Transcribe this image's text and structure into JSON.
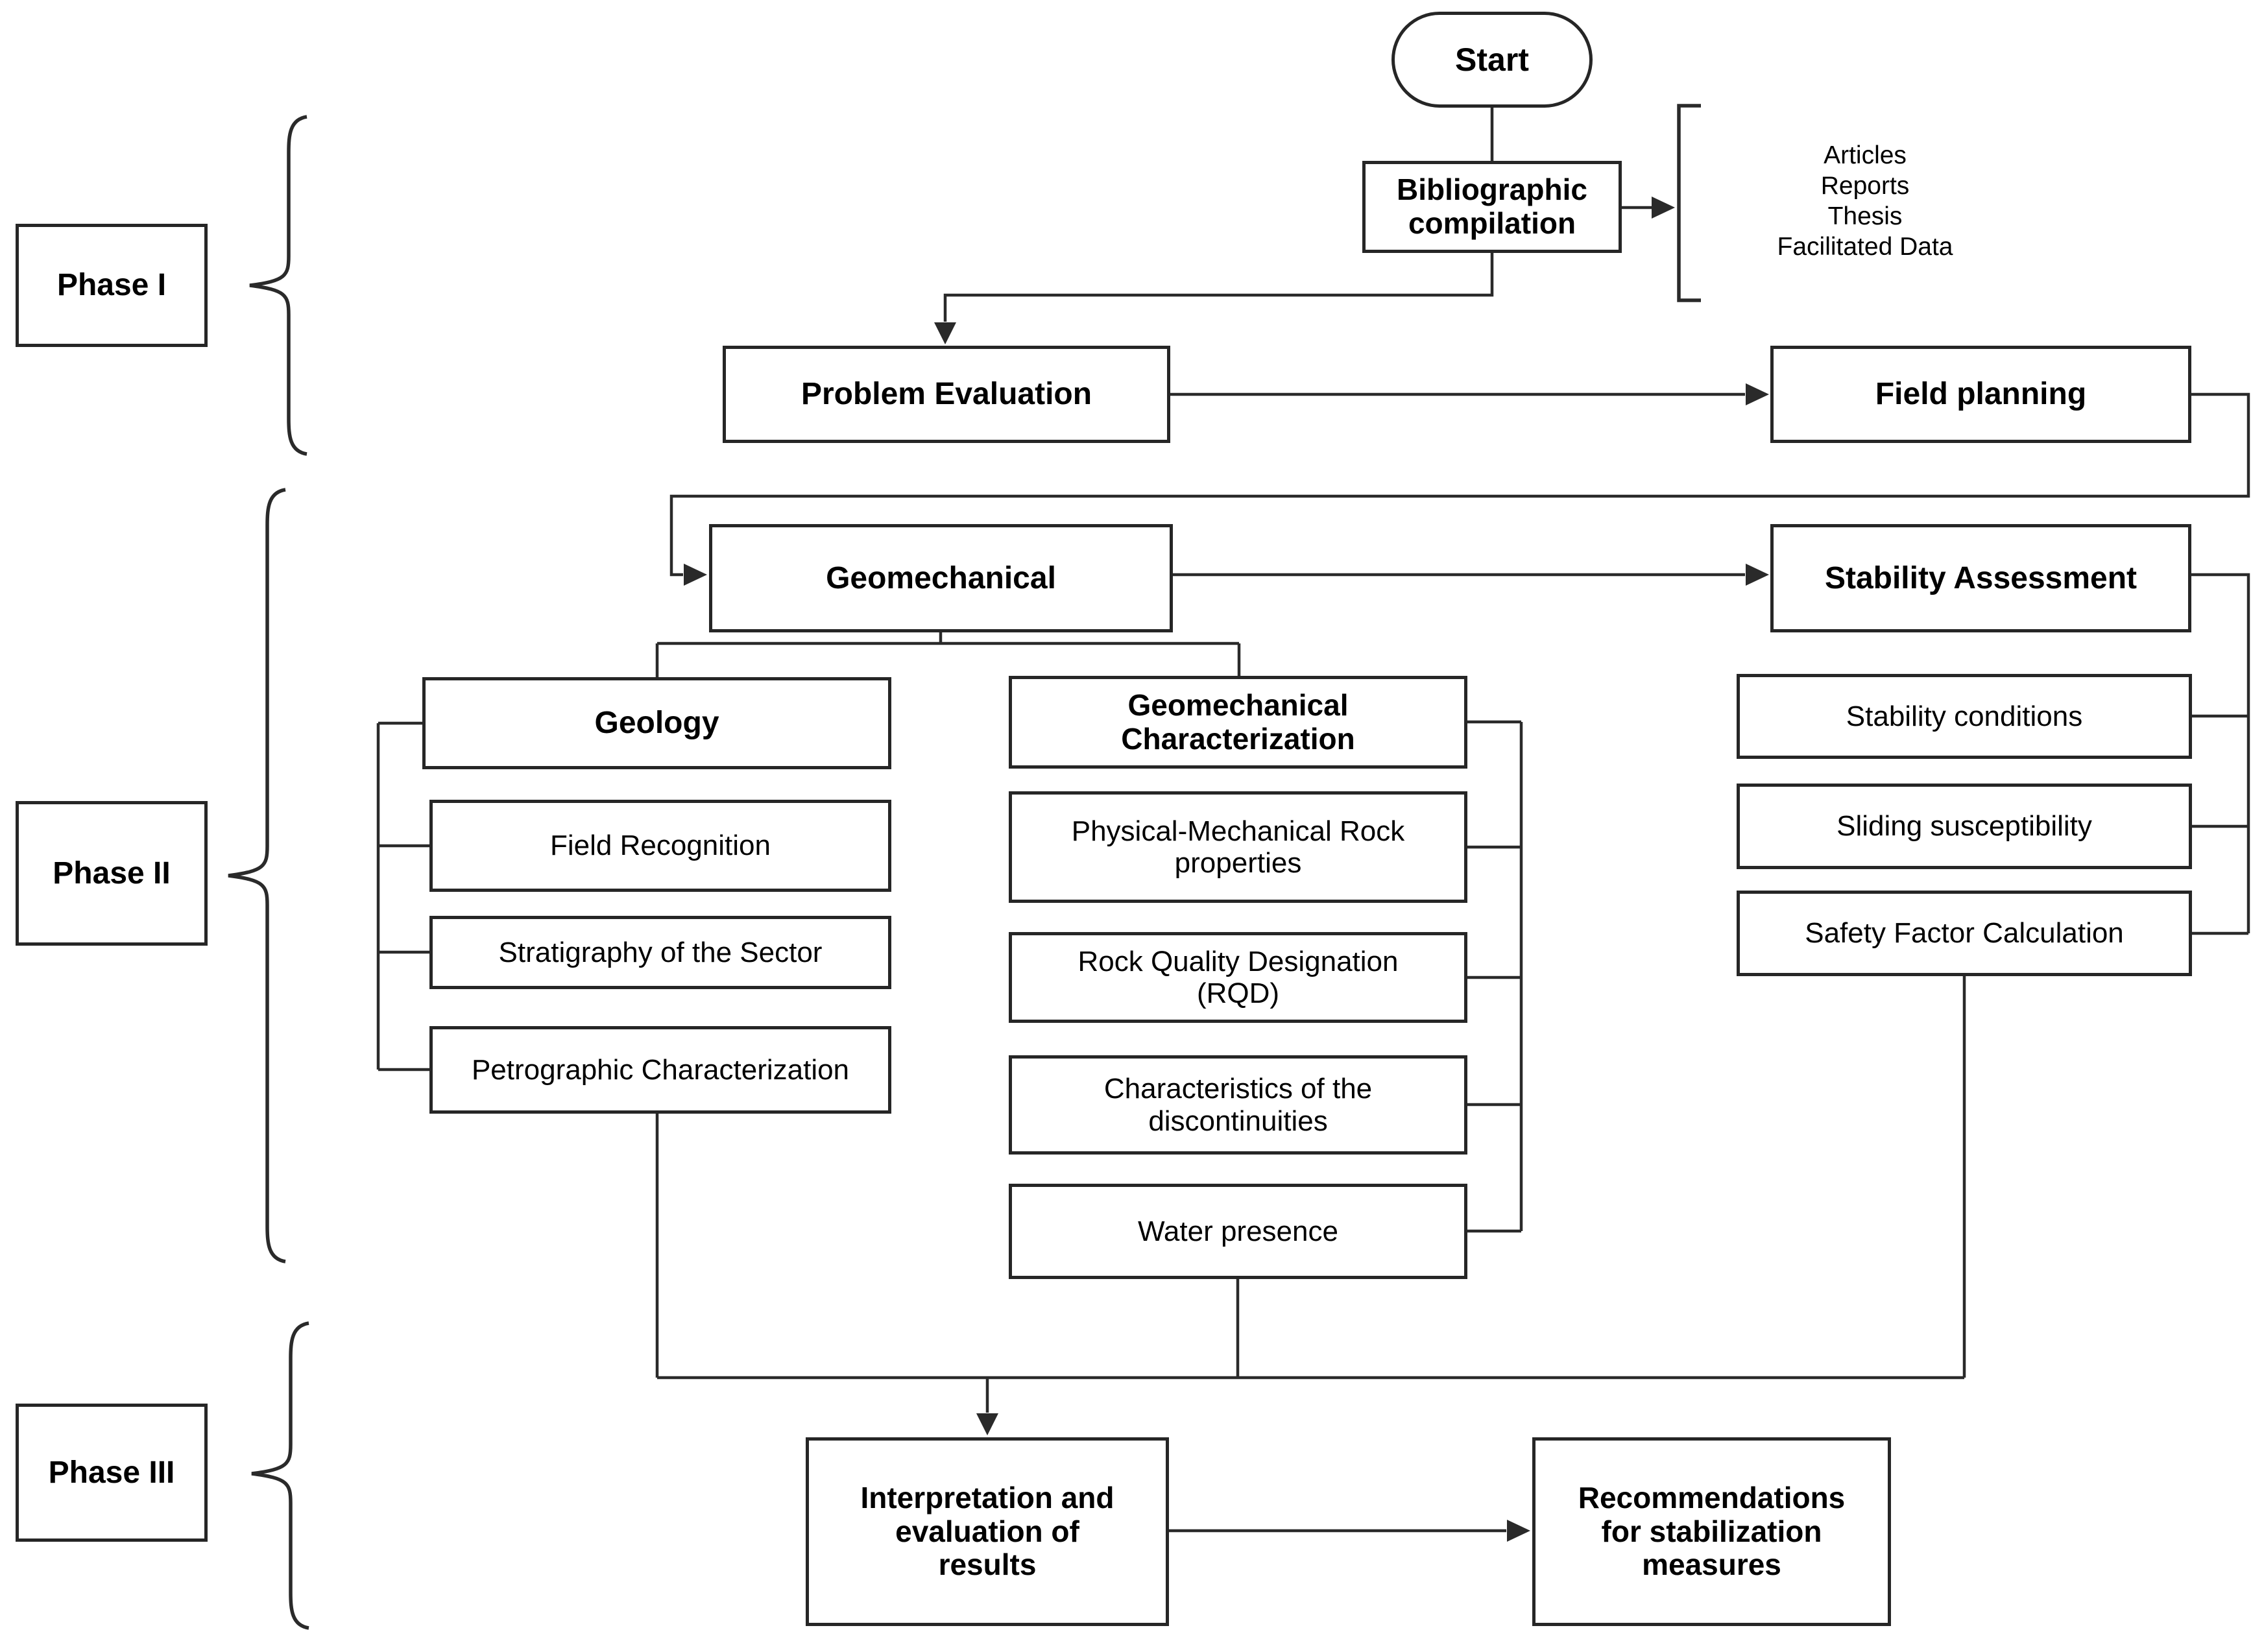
{
  "colors": {
    "background": "#ffffff",
    "box_border": "#262626",
    "line": "#2a2a2a",
    "text": "#000000"
  },
  "phases": {
    "phase1": "Phase I",
    "phase2": "Phase II",
    "phase3": "Phase III"
  },
  "nodes": {
    "start": "Start",
    "bibliographic_compilation": "Bibliographic\ncompilation",
    "problem_evaluation": "Problem Evaluation",
    "field_planning": "Field planning",
    "geomechanical": "Geomechanical",
    "stability_assessment": "Stability Assessment",
    "geology": "Geology",
    "field_recognition": "Field Recognition",
    "stratigraphy_of_the_sector": "Stratigraphy of the Sector",
    "petrographic_characterization": "Petrographic Characterization",
    "geomechanical_characterization": "Geomechanical\nCharacterization",
    "physical_mechanical_rock_properties": "Physical-Mechanical Rock\nproperties",
    "rock_quality_designation": "Rock Quality Designation\n(RQD)",
    "characteristics_of_discontinuities": "Characteristics of the\ndiscontinuities",
    "water_presence": "Water presence",
    "stability_conditions": "Stability conditions",
    "sliding_susceptibility": "Sliding susceptibility",
    "safety_factor_calculation": "Safety Factor Calculation",
    "interpretation_evaluation": "Interpretation and\nevaluation of\nresults",
    "recommendations": "Recommendations\nfor stabilization\nmeasures"
  },
  "bibliography_sources": [
    "Articles",
    "Reports",
    "Thesis",
    "Facilitated Data"
  ]
}
